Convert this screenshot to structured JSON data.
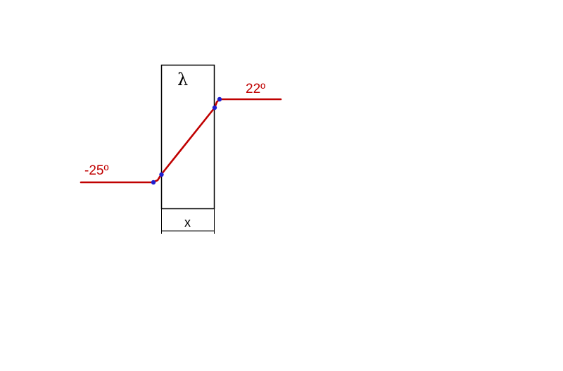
{
  "labels": {
    "left_temperature": "-25º",
    "right_temperature": "22º",
    "conductivity": "λ",
    "thickness": "x"
  },
  "colors": {
    "profile_line": "#c00000",
    "marker_points": "#1f1fd0",
    "outline": "#000000",
    "background": "#ffffff"
  }
}
